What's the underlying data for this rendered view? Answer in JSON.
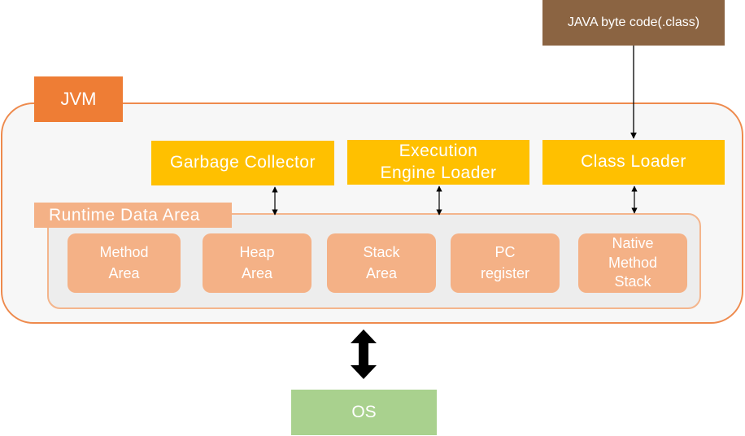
{
  "source": {
    "label": "JAVA byte code(.class)"
  },
  "jvm": {
    "label": "JVM"
  },
  "components": {
    "garbage_collector": "Garbage Collector",
    "execution_engine": [
      "Execution",
      "Engine Loader"
    ],
    "class_loader": "Class Loader"
  },
  "runtime": {
    "label": "Runtime Data Area",
    "areas": {
      "method": [
        "Method",
        "Area"
      ],
      "heap": [
        "Heap",
        "Area"
      ],
      "stack": [
        "Stack",
        "Area"
      ],
      "pc": [
        "PC",
        "register"
      ],
      "native": [
        "Native",
        "Method",
        "Stack"
      ]
    }
  },
  "os": {
    "label": "OS"
  },
  "colors": {
    "source": "#8b6442",
    "jvm_border": "#ee8a4d",
    "jvm_label": "#ee7d35",
    "component": "#ffc000",
    "runtime_area": "#f4b186",
    "os": "#a9d18e"
  }
}
